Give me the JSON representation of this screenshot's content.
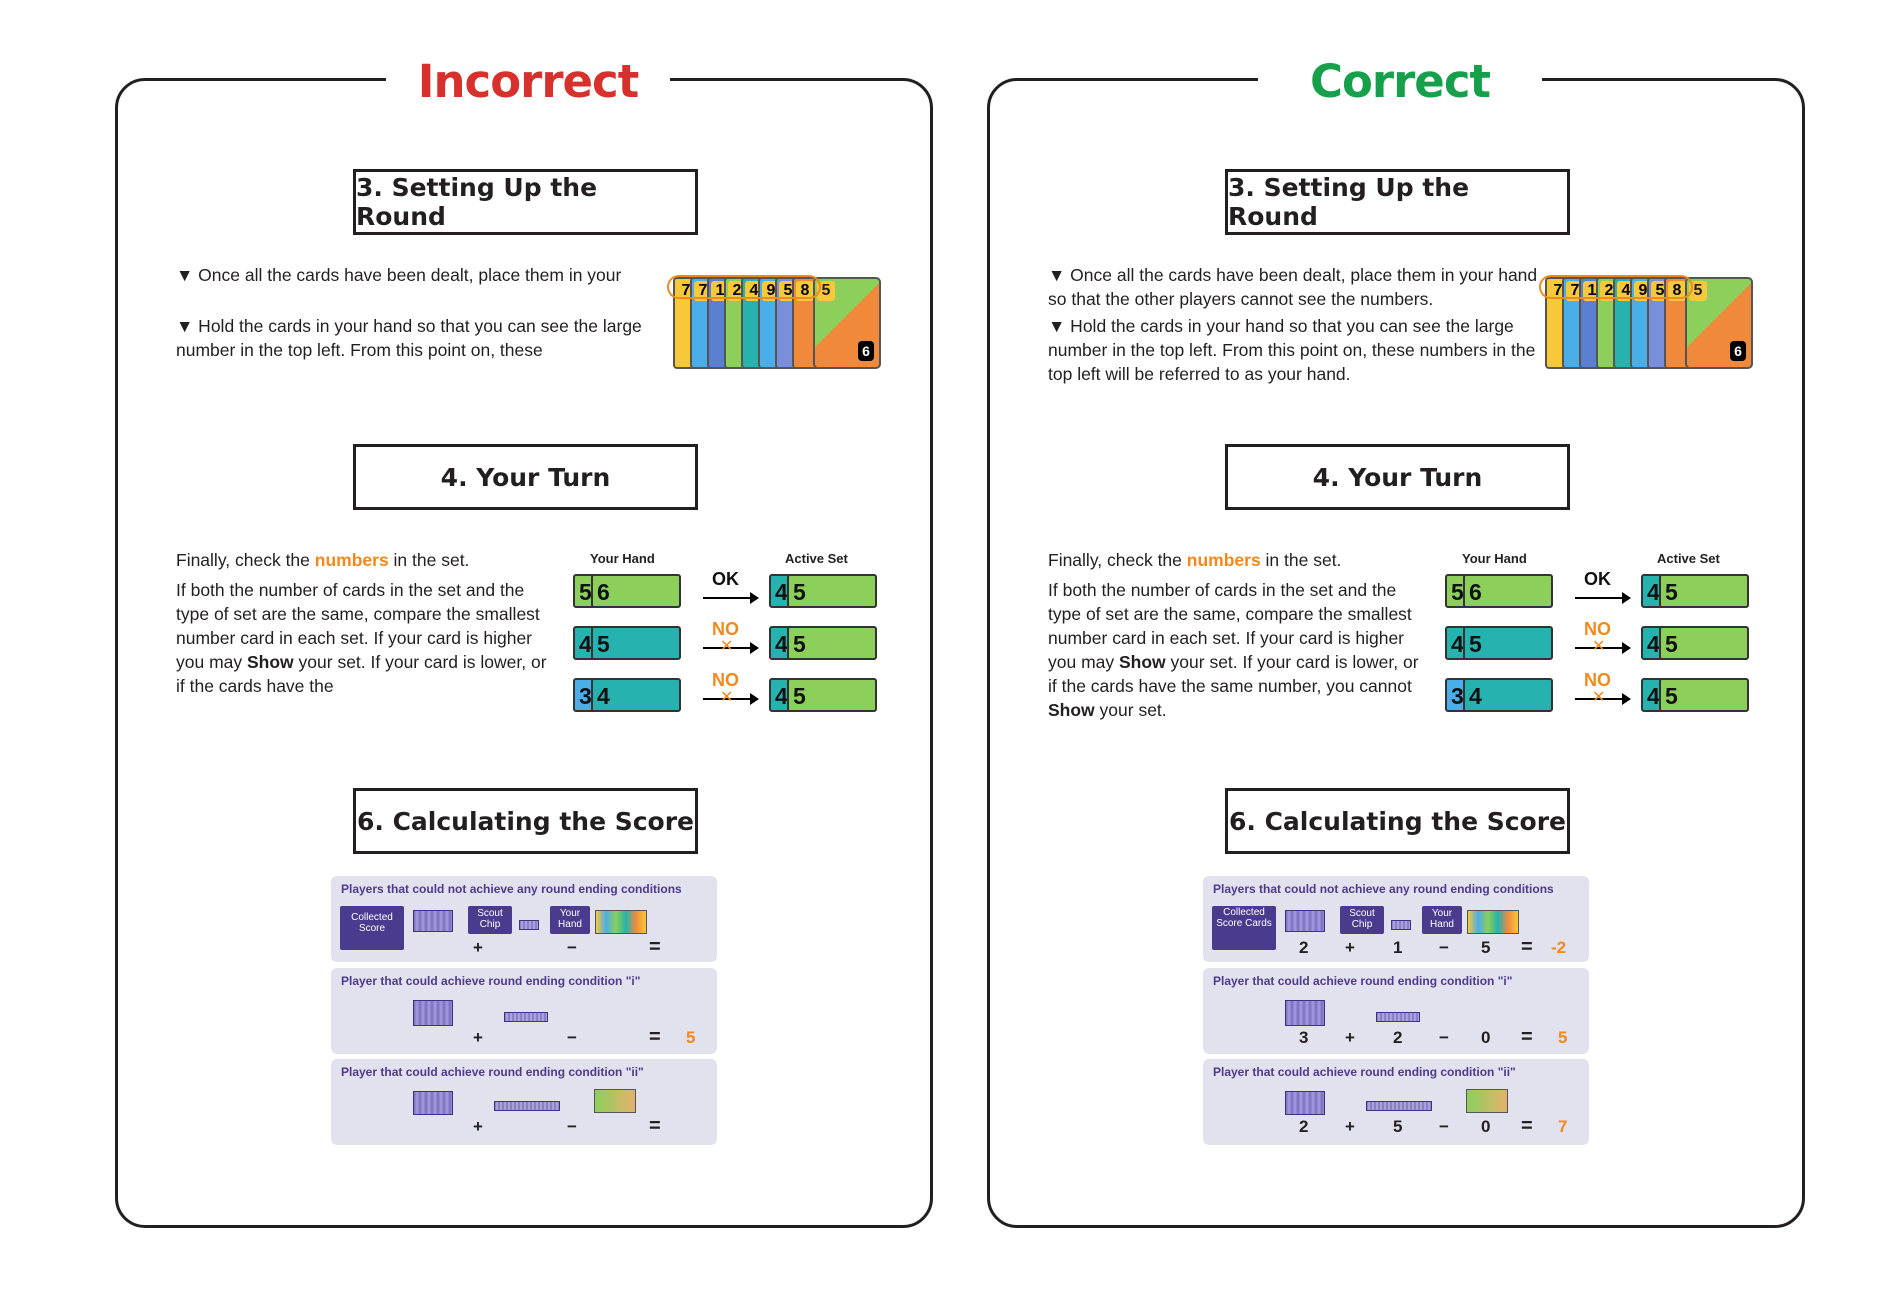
{
  "left": {
    "heading": "Incorrect",
    "setup": {
      "title": "3. Setting Up the Round",
      "p1": "▼ Once all the cards have been dealt, place them in your",
      "p2": "▼ Hold the cards in your hand so that you can see the large number in the top left. From this point on, these"
    },
    "turn": {
      "title": "4. Your Turn",
      "p1_a": "Finally, check the ",
      "p1_b": "numbers",
      "p1_c": " in the set.",
      "p2_a": "If both the number of cards in the set and the type of set are the same, compare the smallest number card in each set. If your card is higher you may ",
      "p2_b": "Show",
      "p2_c": " your set. If your card is lower, or if the cards have the"
    },
    "score": {
      "title": "6. Calculating the Score",
      "row1_head": "Players that could not achieve any round ending conditions",
      "row1_label_score": "Collected Score",
      "row1_label_chip": "Scout Chip",
      "row1_label_hand": "Your Hand",
      "row1_result": "",
      "row2_head": "Player that could achieve round ending condition \"i\"",
      "row2_result": "5",
      "row3_head": "Player that could achieve round ending condition \"ii\"",
      "row3_result": ""
    }
  },
  "right": {
    "heading": "Correct",
    "setup": {
      "title": "3. Setting Up the Round",
      "p1": "▼ Once all the cards have been dealt, place them in your hand so that the other players cannot see the numbers.",
      "p2": "▼ Hold the cards in your hand so that you can see the large number in the top left. From this point on, these numbers in the top left will be referred to as your hand."
    },
    "turn": {
      "title": "4. Your Turn",
      "p1_a": "Finally, check the ",
      "p1_b": "numbers",
      "p1_c": " in the set.",
      "p2_a": "If both the number of cards in the set and the type of set are the same, compare the smallest number card in each set. If your card is higher you may ",
      "p2_b": "Show",
      "p2_c": " your set. If your card is lower, or if the cards have the same number, you cannot ",
      "p2_d": "Show",
      "p2_e": " your set."
    },
    "score": {
      "title": "6. Calculating the Score",
      "row1_head": "Players that could not achieve any round ending conditions",
      "row1_label_score": "Collected Score Cards",
      "row1_label_chip": "Scout Chip",
      "row1_label_hand": "Your Hand",
      "row1_values": [
        "2",
        "1",
        "5"
      ],
      "row1_result": "-2",
      "row2_head": "Player that could achieve round ending condition \"i\"",
      "row2_values": [
        "3",
        "2",
        "0"
      ],
      "row2_result": "5",
      "row3_head": "Player that could achieve round ending condition \"ii\"",
      "row3_values": [
        "2",
        "5",
        "0"
      ],
      "row3_result": "7"
    }
  },
  "comparison": {
    "your_hand_label": "Your Hand",
    "active_set_label": "Active Set",
    "ok_label": "OK",
    "no_label": "NO",
    "cross": "✕",
    "rows": [
      {
        "hand": [
          "5",
          "6"
        ],
        "active": [
          "4",
          "5"
        ],
        "result": "OK"
      },
      {
        "hand": [
          "4",
          "5"
        ],
        "active": [
          "4",
          "5"
        ],
        "result": "NO"
      },
      {
        "hand": [
          "3",
          "4"
        ],
        "active": [
          "4",
          "5"
        ],
        "result": "NO"
      }
    ]
  },
  "hand_fan": {
    "numbers": [
      "7",
      "7",
      "1",
      "2",
      "4",
      "9",
      "5",
      "8",
      "5"
    ],
    "corner": "6"
  },
  "operators": {
    "plus": "+",
    "minus": "−",
    "equals": "="
  },
  "colors": {
    "incorrect": "#d6312c",
    "correct": "#17a04b",
    "accent": "#f08a1c",
    "score_bg": "#e2e1ee",
    "chip_label": "#4b3b8f"
  }
}
